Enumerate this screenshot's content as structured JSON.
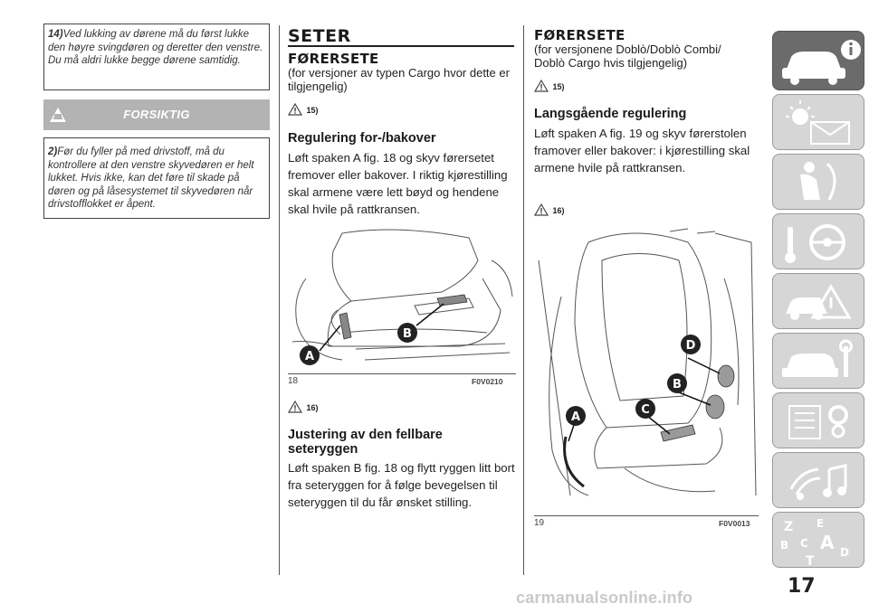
{
  "col1": {
    "note14": {
      "num": "14)",
      "text": "Ved lukking av dørene må du først lukke den høyre svingdøren og deretter den venstre. Du må aldri lukke begge dørene samtidig."
    },
    "warning_title": "FORSIKTIG",
    "note2": {
      "num": "2)",
      "text": "Før du fyller på med drivstoff, må du kontrollere at den venstre skyvedøren er helt lukket. Hvis ikke, kan det føre til skade på døren og på låsesystemet til skyvedøren når drivstofflokket er åpent."
    }
  },
  "col2": {
    "heading": "SETER",
    "subheading": "FØRERSETE",
    "subtitle": "(for versjoner av typen Cargo hvor dette er tilgjengelig)",
    "ref1": "15)",
    "section1_title": "Regulering for-/bakover",
    "section1_text": "Løft spaken A fig. 18 og skyv førersetet fremover eller bakover. I riktig kjørestilling skal armene være lett bøyd og hendene skal hvile på rattkransen.",
    "figure": {
      "number": "18",
      "code": "F0V0210",
      "labels": [
        "A",
        "B"
      ]
    },
    "ref2": "16)",
    "section2_title": "Justering av den fellbare seteryggen",
    "section2_text": "Løft spaken B fig. 18 og flytt ryggen litt bort fra seteryggen for å følge bevegelsen til seteryggen til du får ønsket stilling."
  },
  "col3": {
    "subheading": "FØRERSETE",
    "subtitle": "(for versjonene Doblò/Doblò Combi/ Doblò Cargo hvis tilgjengelig)",
    "ref1": "15)",
    "section_title": "Langsgående regulering",
    "section_text": "Løft spaken A fig. 19 og skyv førerstolen framover eller bakover: i kjørestilling skal armene hvile på rattkransen.",
    "ref2": "16)",
    "figure": {
      "number": "19",
      "code": "F0V0013",
      "labels": [
        "A",
        "B",
        "C",
        "D"
      ]
    }
  },
  "thumbs": [
    "car-info-icon",
    "warning-light-icon",
    "airbag-seat-icon",
    "key-wheel-icon",
    "accident-icon",
    "car-service-icon",
    "settings-list-icon",
    "media-icon",
    "index-letters-icon"
  ],
  "page_number": "17",
  "footer": "carmanualsonline.info",
  "colors": {
    "accent_red": "#c00000",
    "thumb_bg": "#d6d6d6",
    "thumb_active": "#6b6b6b",
    "warn_bar": "#b3b3b3"
  }
}
